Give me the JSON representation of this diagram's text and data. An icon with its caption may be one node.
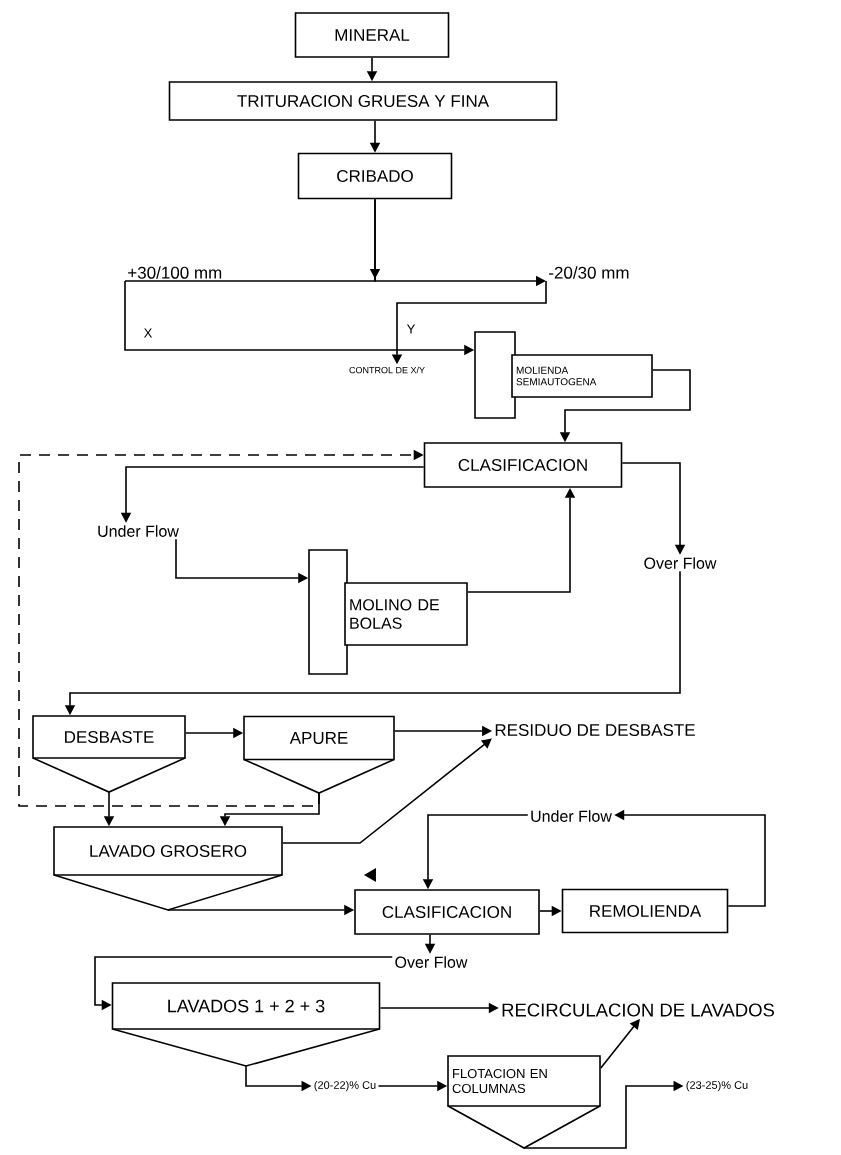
{
  "diagram": {
    "nodes": [
      {
        "text": [
          "MINERAL"
        ]
      },
      {
        "text": [
          "TRITURACION GRUESA Y FINA"
        ]
      },
      {
        "text": [
          "CRIBADO"
        ]
      },
      {
        "text": [
          "+30/100 mm"
        ]
      },
      {
        "text": [
          "-20/30 mm"
        ]
      },
      {
        "text": [
          "CONTROL DE X/Y"
        ]
      },
      {
        "text": [],
        "shape": "box"
      },
      {
        "text": [
          "MOLIENDA SEMIAUTOGENA"
        ]
      },
      {
        "text": [
          "CLASIFICACION"
        ]
      },
      {
        "text": [
          "Under Flow"
        ]
      },
      {
        "text": [
          "Over Flow"
        ]
      },
      {
        "text": [],
        "shape": "box"
      },
      {
        "text": [
          "MOLINO DE BOLAS"
        ]
      },
      {
        "text": [
          "DESBASTE"
        ]
      },
      {
        "text": [
          "APURE"
        ]
      },
      {
        "text": [
          "RESIDUO DE DESBASTE"
        ]
      },
      {
        "text": [
          "LAVADO GROSERO"
        ]
      },
      {
        "text": [
          "Under Flow"
        ]
      },
      {
        "text": [
          "CLASIFICACION"
        ]
      },
      {
        "text": [
          "REMOLIENDA"
        ]
      },
      {
        "text": [
          "Over Flow"
        ]
      },
      {
        "text": [
          "LAVADOS 1 + 2 + 3"
        ]
      },
      {
        "text": [
          "RECIRCULACION DE LAVADOS"
        ]
      },
      {
        "text": [
          "(20-22)% Cu"
        ]
      },
      {
        "text": [
          "FLOTACION EN COLUMNAS"
        ]
      },
      {
        "text": [
          "(23-25)% Cu"
        ]
      }
    ],
    "edges": [
      {
        "from": 0,
        "to": 1,
        "arrow": "to"
      },
      {
        "from": 1,
        "to": 2,
        "arrow": "to"
      },
      {
        "from": 2,
        "to": 3,
        "arrow": "to"
      },
      {
        "from": 2,
        "to": 4,
        "arrow": "to"
      },
      {
        "from": 3,
        "to": 6,
        "arrow": "to",
        "label": "X"
      },
      {
        "from": 4,
        "to": 5,
        "arrow": "to",
        "label": "Y"
      },
      {
        "from": 7,
        "to": 8,
        "arrow": "to"
      },
      {
        "from": 8,
        "to": 9,
        "arrow": "to"
      },
      {
        "from": 8,
        "to": 10,
        "arrow": "to"
      },
      {
        "from": 9,
        "to": 11,
        "arrow": "to"
      },
      {
        "from": 12,
        "to": 8,
        "arrow": "to"
      },
      {
        "from": 10,
        "to": 13,
        "arrow": "to"
      },
      {
        "from": 13,
        "to": 14,
        "arrow": "to"
      },
      {
        "from": 14,
        "to": 15,
        "arrow": "to"
      },
      {
        "from": 14,
        "to": 8,
        "arrow": "to",
        "style": "dashed"
      },
      {
        "from": 13,
        "to": 16,
        "arrow": "to"
      },
      {
        "from": 14,
        "to": 16,
        "arrow": "to"
      },
      {
        "from": 16,
        "to": 15,
        "arrow": "to"
      },
      {
        "from": 16,
        "to": 18,
        "arrow": "to"
      },
      {
        "from": 18,
        "to": 19,
        "arrow": "to"
      },
      {
        "from": 19,
        "to": 17,
        "arrow": "to"
      },
      {
        "from": 17,
        "to": 18,
        "arrow": "to"
      },
      {
        "from": 18,
        "to": 20,
        "arrow": "to"
      },
      {
        "from": 20,
        "to": 21,
        "arrow": "to"
      },
      {
        "from": 21,
        "to": 22,
        "arrow": "to"
      },
      {
        "from": 21,
        "to": 23,
        "arrow": "to"
      },
      {
        "from": 23,
        "to": 24,
        "arrow": "to"
      },
      {
        "from": 24,
        "to": 22,
        "arrow": "to"
      },
      {
        "from": 24,
        "to": 25,
        "arrow": "to"
      }
    ]
  }
}
